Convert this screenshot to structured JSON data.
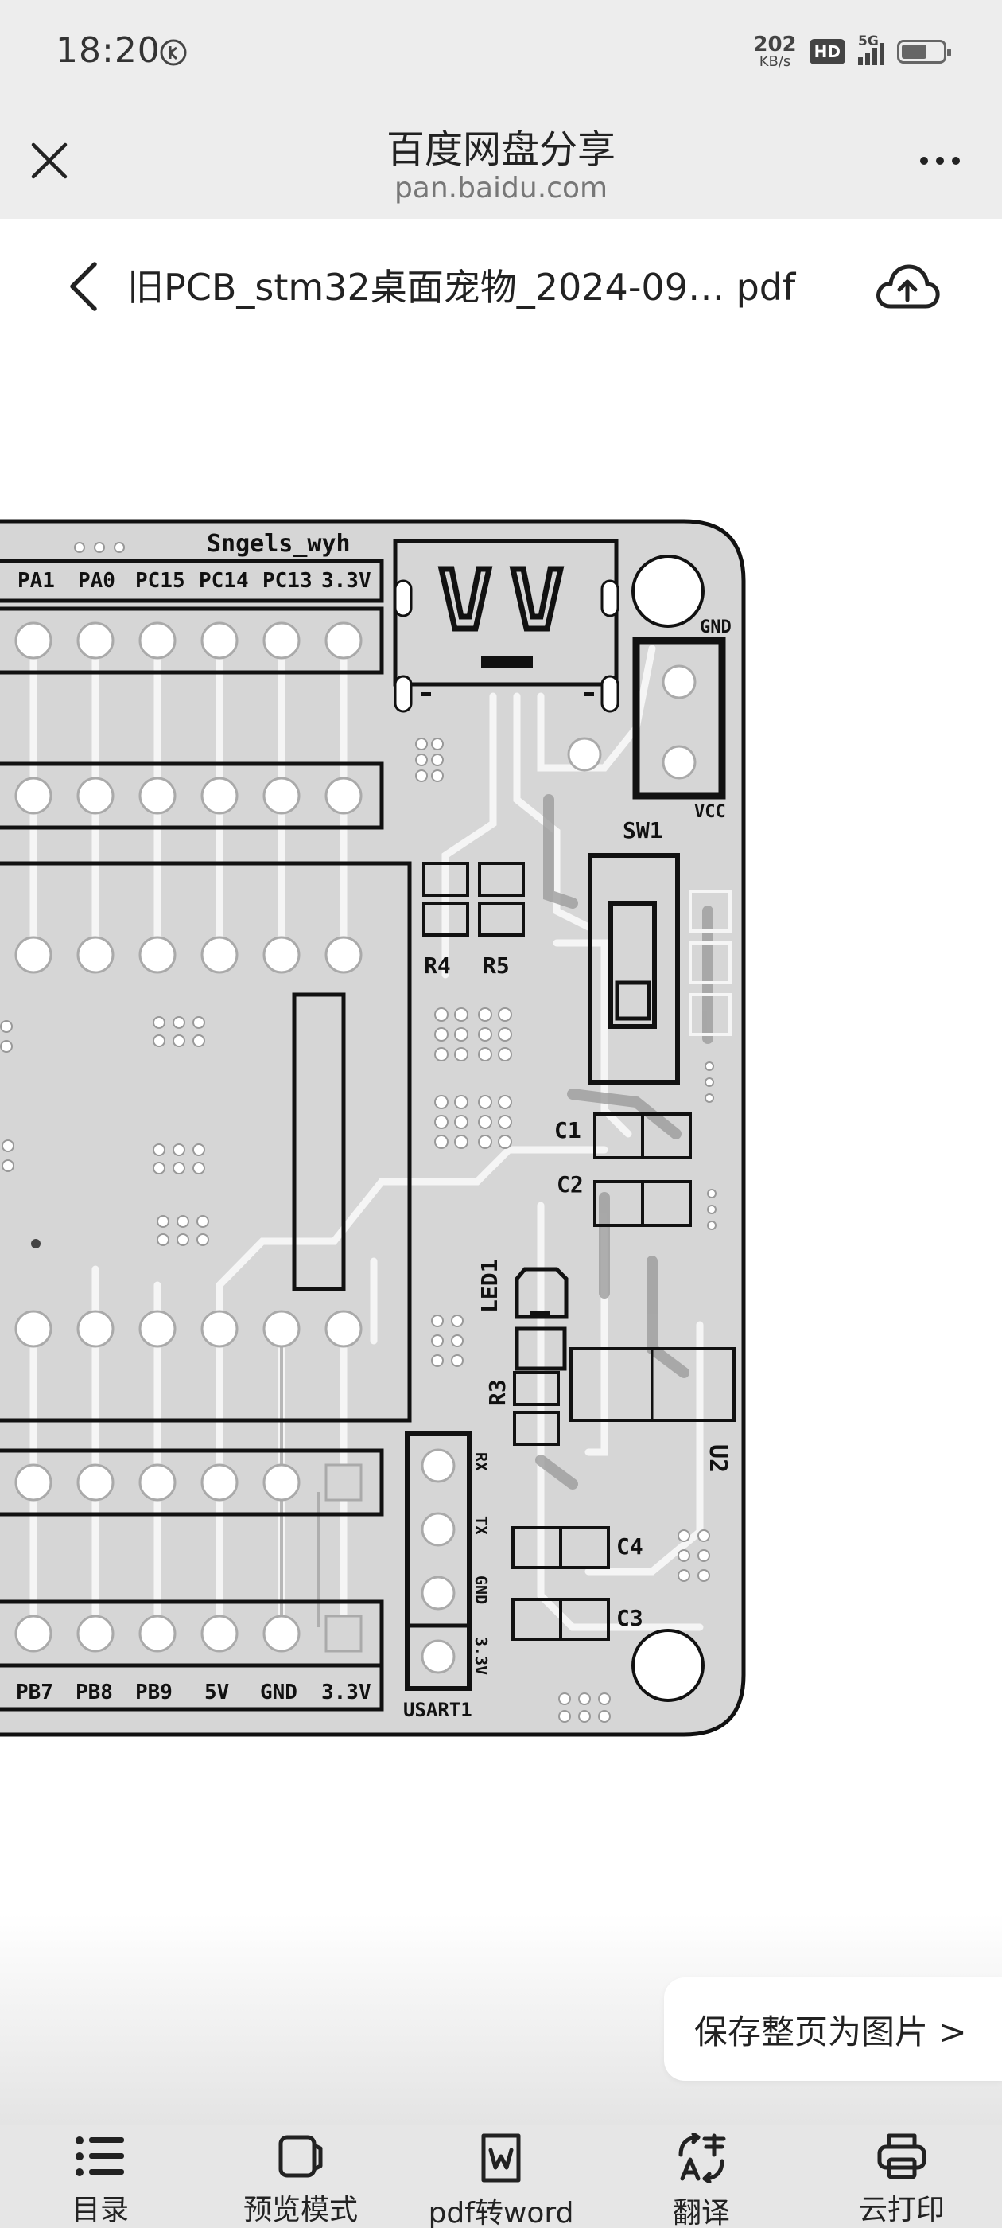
{
  "status_bar": {
    "time": "18:20",
    "speed_value": "202",
    "speed_unit": "KB/s",
    "hd_badge": "HD",
    "network": "5G"
  },
  "header": {
    "title": "百度网盘分享",
    "subtitle": "pan.baidu.com"
  },
  "document": {
    "title": "旧PCB_stm32桌面宠物_2024-09… pdf"
  },
  "pcb": {
    "author": "Sngels_wyh",
    "top_pins": [
      "PA1",
      "PA0",
      "PC15",
      "PC14",
      "PC13",
      "3.3V"
    ],
    "bottom_pins": [
      "PB7",
      "PB8",
      "PB9",
      "5V",
      "GND",
      "3.3V"
    ],
    "labels": {
      "gnd": "GND",
      "vcc": "VCC",
      "sw1": "SW1",
      "r4": "R4",
      "r5": "R5",
      "c1": "C1",
      "c2": "C2",
      "led1": "LED1",
      "r3": "R3",
      "u2": "U2",
      "c4": "C4",
      "c3": "C3",
      "usart": "USART1",
      "rx": "RX",
      "tx": "TX",
      "ugnd": "GND",
      "u33": "3.3V"
    }
  },
  "save_chip": {
    "label": "保存整页为图片 >"
  },
  "toolbar": {
    "items": [
      {
        "label": "目录",
        "icon": "list-icon"
      },
      {
        "label": "预览模式",
        "icon": "preview-mode-icon"
      },
      {
        "label": "pdf转word",
        "icon": "pdf-to-word-icon"
      },
      {
        "label": "翻译",
        "icon": "translate-icon"
      },
      {
        "label": "云打印",
        "icon": "printer-icon"
      }
    ]
  }
}
